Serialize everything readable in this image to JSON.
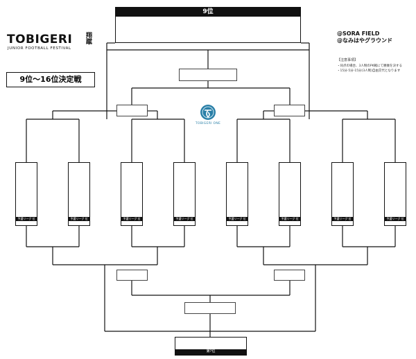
{
  "header": {
    "final_label": "9位"
  },
  "logo": {
    "title_main": "TOBIGERI",
    "title_kanji_1": "翔",
    "title_kanji_2": "蹴",
    "subtitle": "JUNIOR FOOTBALL FESTIVAL"
  },
  "page_title": "9位〜16位決定戦",
  "venues": [
    "@SORA FIELD",
    "@なみはやグラウンド"
  ],
  "notes": {
    "heading": "【注意事項】",
    "items": [
      "・同点の場合、3人制のPK戦にて勝敗を決する",
      "・15分-5分-15分(3人制)自由交代となります"
    ]
  },
  "center_emblem": {
    "icon": "tobigeri-emblem-icon",
    "text": "TOBIGERI ONE"
  },
  "team_footer_label": "予選リーグ 位",
  "bottom_footer_label": "第?位",
  "colors": {
    "ink": "#111111",
    "brand": "#2a7fa7"
  }
}
